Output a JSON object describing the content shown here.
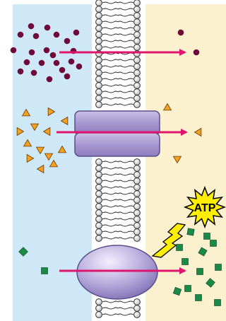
{
  "diagram": {
    "colors": {
      "inside_bg": "#cfe8f8",
      "outside_bg": "#fbf1cf",
      "arrow": "#e0156e",
      "dot": "#6e0a3a",
      "triangle": "#f4a020",
      "square": "#1a8a47",
      "protein": "#b0a4d4",
      "atp_burst": "#ffee00",
      "bolt": "#ffee00"
    },
    "regions": [
      "inside-region",
      "outside-region",
      "lipid-bilayer"
    ],
    "rows": [
      {
        "id": "simple-diffusion",
        "particle": "dot",
        "left_count": 22,
        "right_count": 2,
        "channel": "none"
      },
      {
        "id": "facilitated-diffusion",
        "particle": "triangle",
        "left_count": 13,
        "right_count": 3,
        "channel": "channel-protein"
      },
      {
        "id": "active-transport",
        "particle": "square",
        "left_count": 2,
        "right_count": 13,
        "channel": "pump-protein"
      }
    ],
    "atp": {
      "label": "ATP",
      "icon": "lightning-bolt-icon"
    }
  }
}
